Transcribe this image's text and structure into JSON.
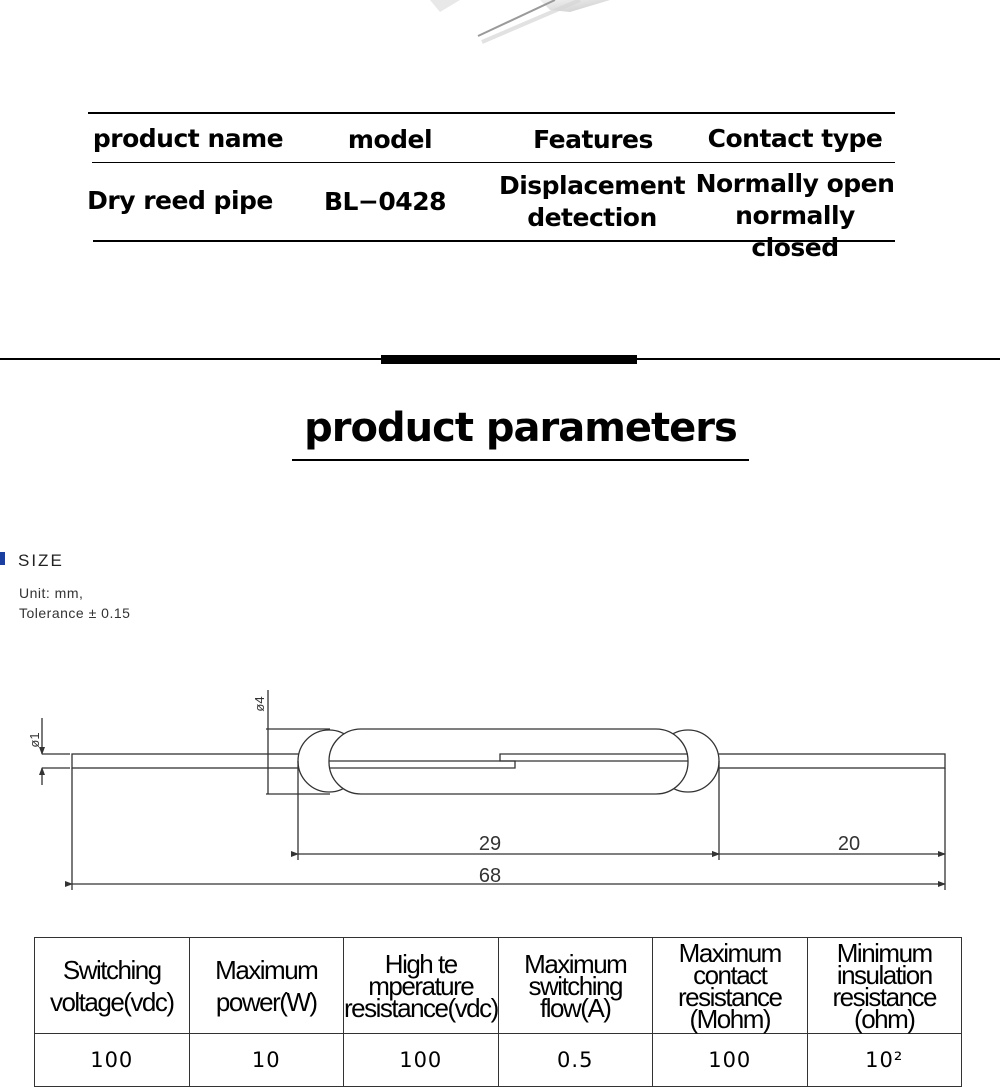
{
  "product_table": {
    "headers": [
      "product name",
      "model",
      "Features",
      "Contact type"
    ],
    "row": {
      "product_name": "Dry reed pipe",
      "model": "BL−0428",
      "features": [
        "Displacement",
        "detection"
      ],
      "contact_type": [
        "Normally open",
        "normally closed"
      ]
    }
  },
  "section": {
    "title": "product parameters"
  },
  "size": {
    "label": "SIZE",
    "unit": "Unit: mm,",
    "tolerance": "Tolerance ± 0.15"
  },
  "diagram": {
    "dim_lead_dia": "ø1",
    "dim_body_dia": "ø4",
    "dim_body_len": "29",
    "dim_lead_len": "20",
    "dim_total_len": "68"
  },
  "params_table": {
    "headers": [
      [
        "Switching",
        "voltage(vdc)"
      ],
      [
        "Maximum",
        "power(W)"
      ],
      [
        "High te",
        "mperature",
        "resistance(vdc)"
      ],
      [
        "Maximum",
        "switching",
        "flow(A)"
      ],
      [
        "Maximum",
        "contact",
        "resistance",
        "(Mohm)"
      ],
      [
        "Minimum",
        "insulation",
        "resistance",
        "(ohm)"
      ]
    ],
    "values": [
      "100",
      "10",
      "100",
      "0.5",
      "100",
      "10²"
    ]
  }
}
